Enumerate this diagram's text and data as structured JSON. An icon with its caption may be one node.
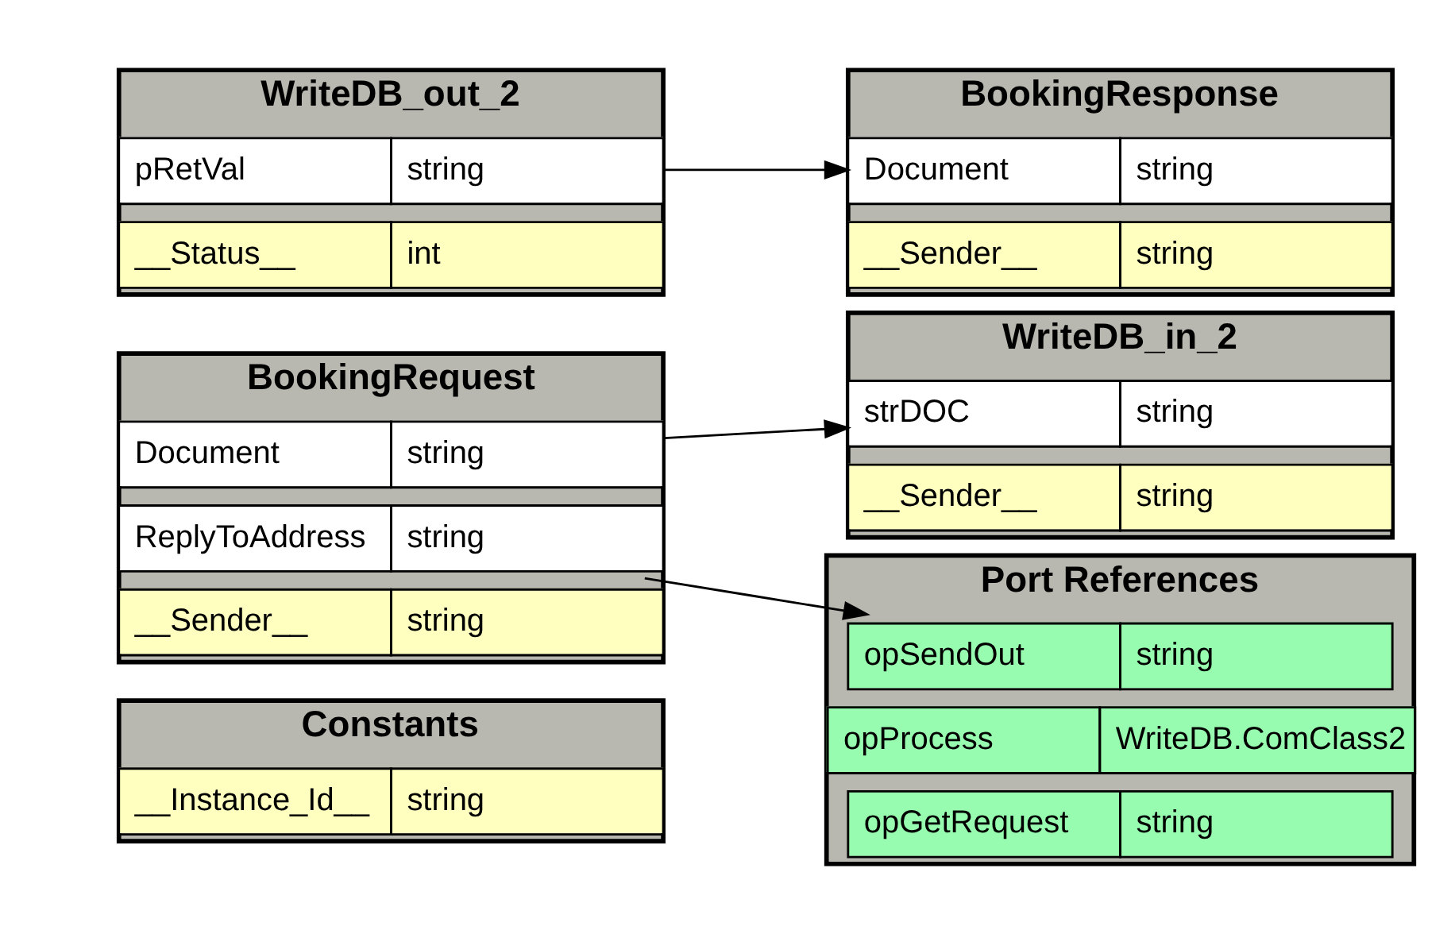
{
  "diagram": {
    "nodes": [
      {
        "text": [
          "Constants"
        ]
      },
      {
        "text": [
          "__Instance_Id__",
          "string"
        ],
        "in": 0
      },
      {
        "text": [
          "BookingRequest"
        ]
      },
      {
        "text": [
          "__Sender__",
          "string"
        ],
        "in": 2
      },
      {
        "text": [
          "Document",
          "string"
        ],
        "in": 2
      },
      {
        "text": [
          "ReplyToAddress",
          "string"
        ],
        "in": 2
      },
      {
        "text": [
          "WriteDB_in_2"
        ]
      },
      {
        "text": [
          "__Sender__",
          "string"
        ],
        "in": 6
      },
      {
        "text": [
          "strDOC",
          "string"
        ],
        "in": 6
      },
      {
        "text": [
          "WriteDB_out_2"
        ]
      },
      {
        "text": [
          "__Status__",
          "int"
        ],
        "in": 9
      },
      {
        "text": [
          "pRetVal",
          "string"
        ],
        "in": 9
      },
      {
        "text": [
          "BookingResponse"
        ]
      },
      {
        "text": [
          "__Sender__",
          "string"
        ],
        "in": 12
      },
      {
        "text": [
          "Document",
          "string"
        ],
        "in": 12
      },
      {
        "text": [
          "Port References"
        ]
      },
      {
        "text": [
          "opGetRequest",
          "string"
        ],
        "in": 15
      },
      {
        "text": [
          "opProcess",
          "WriteDB.ComClass2"
        ],
        "in": 15
      },
      {
        "text": [
          "opSendOut",
          "string"
        ],
        "in": 15
      }
    ],
    "edges": [
      {
        "from": 4,
        "to": 8,
        "arrow": "to"
      },
      {
        "from": 5,
        "to": 18,
        "arrow": "to"
      },
      {
        "from": 11,
        "to": 14,
        "arrow": "to"
      }
    ]
  }
}
